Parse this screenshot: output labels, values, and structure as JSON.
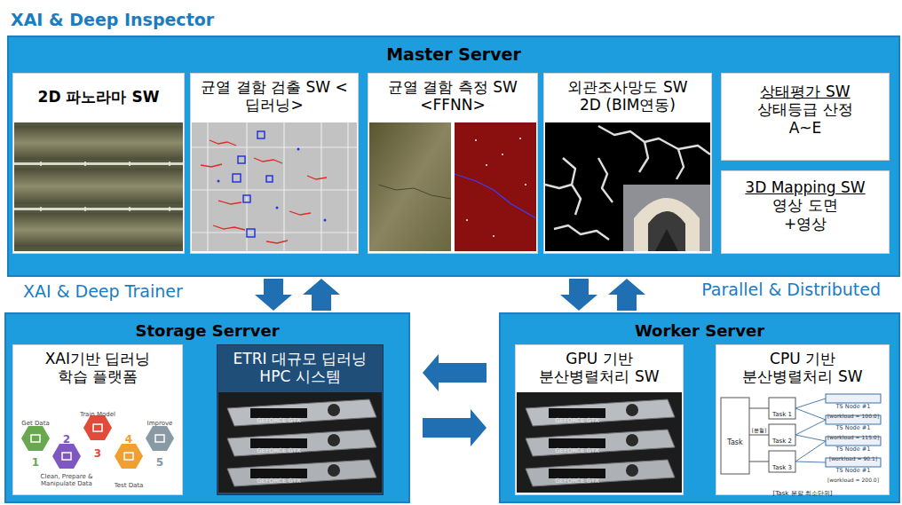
{
  "diagram": {
    "title": "XAI & Deep Inspector",
    "nodes": [
      {
        "text": [
          "Master Server"
        ]
      },
      {
        "text": [
          "2D 파노라마 SW"
        ],
        "in": 0
      },
      {
        "text": [
          "균열 결함 검출 SW <딥러닝>"
        ],
        "in": 0
      },
      {
        "text": [
          "균열 결함 측정 SW <FFNN>"
        ],
        "in": 0
      },
      {
        "text": [
          "외관조사망도 SW 2D (BIM연동)"
        ],
        "in": 0
      },
      {
        "text": [
          "상태평가 SW",
          "상태등급 산정 A~E"
        ],
        "in": 0
      },
      {
        "text": [
          "3D Mapping SW",
          "영상 도면+영상"
        ],
        "in": 0
      },
      {
        "text": [
          "Storage Serrver"
        ]
      },
      {
        "text": [
          "XAI기반 딥러닝 학습 플랫폼"
        ],
        "in": 7
      },
      {
        "text": [
          "ETRI 대규모 딥러닝 HPC 시스템"
        ],
        "in": 7
      },
      {
        "text": [
          "Worker Server"
        ]
      },
      {
        "text": [
          "GPU 기반 분산병렬처리 SW"
        ],
        "in": 10
      },
      {
        "text": [
          "CPU 기반 분산병렬처리 SW"
        ],
        "in": 10
      }
    ],
    "edges": [
      {
        "from": 0,
        "to": 7,
        "arrow": "to"
      },
      {
        "from": 7,
        "to": 0,
        "arrow": "to"
      },
      {
        "from": 0,
        "to": 10,
        "arrow": "to"
      },
      {
        "from": 10,
        "to": 0,
        "arrow": "to"
      },
      {
        "from": 10,
        "to": 7,
        "arrow": "to"
      },
      {
        "from": 7,
        "to": 10,
        "arrow": "to"
      }
    ],
    "labels": [
      "XAI & Deep Trainer",
      "Parallel & Distributed",
      "Get Data",
      "Train Model",
      "Improve",
      "1",
      "2",
      "3",
      "4",
      "5",
      "Clean, Prepare & Manipulate Data",
      "Test Data",
      "GEFORCE GTX",
      "GEFORCE GTX",
      "GEFORCE GTX",
      "Task",
      "[분할]",
      "Task 1",
      "Task 2",
      "Task 3",
      "TS Node #1",
      "[workload = 100.0]",
      "TS Node #1",
      "[workload = 115.0]",
      "TS Node #1",
      "[workload = 90.1]",
      "TS Node #1",
      "[workload = 200.0]",
      "[Task 분할 최소단위]",
      "GEFORCE GTX",
      "GEFORCE GTX",
      "GEFORCE GTX"
    ]
  }
}
